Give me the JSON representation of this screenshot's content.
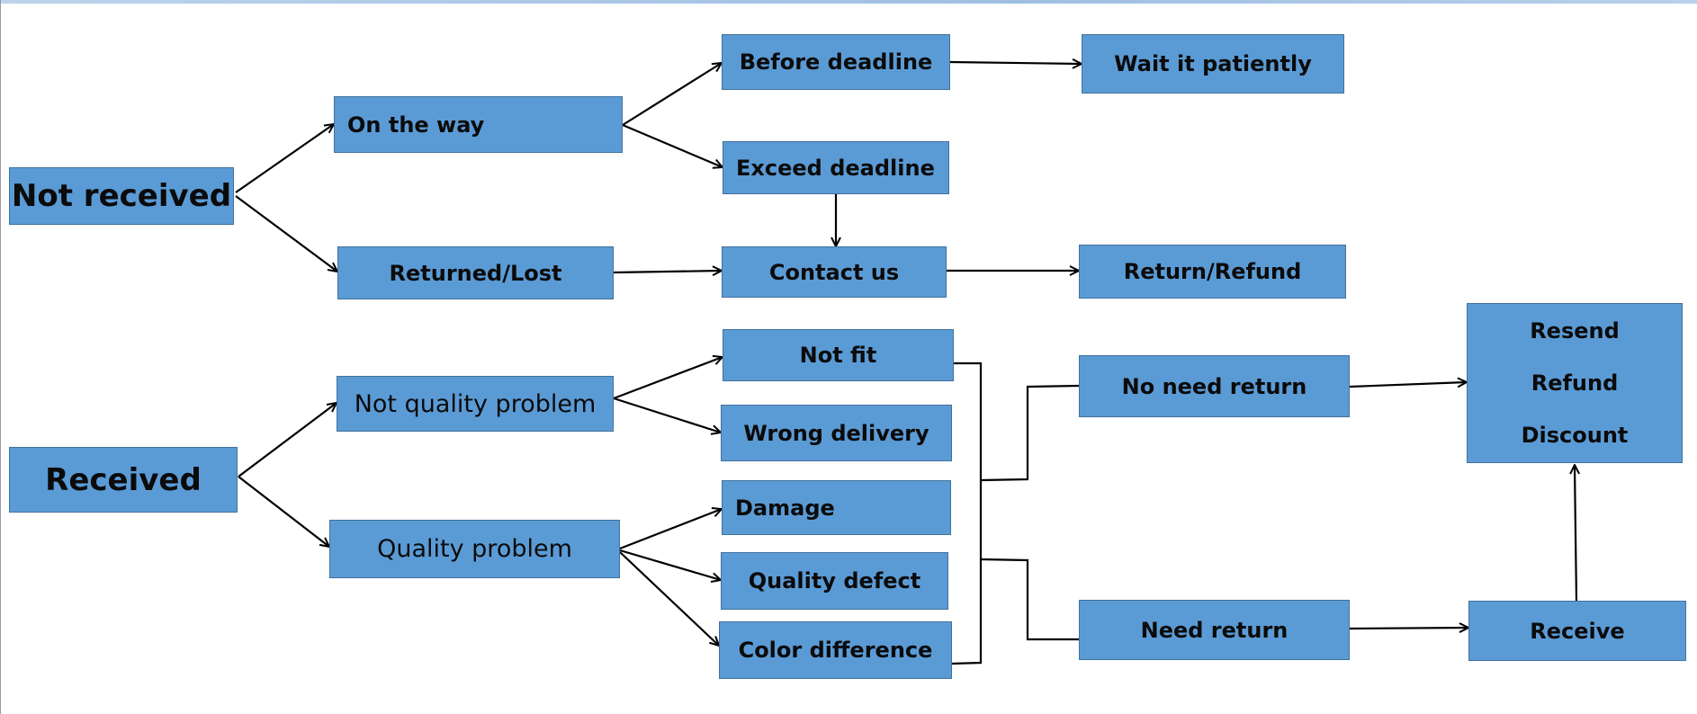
{
  "nodes": {
    "not_received": "Not received",
    "received": "Received",
    "on_the_way": "On the way",
    "returned_lost": "Returned/Lost",
    "before_deadline": "Before deadline",
    "exceed_deadline": "Exceed deadline",
    "contact_us": "Contact us",
    "wait_patiently": "Wait it patiently",
    "return_refund": "Return/Refund",
    "not_quality_problem": "Not quality problem",
    "quality_problem": "Quality problem",
    "not_fit": "Not fit",
    "wrong_delivery": "Wrong delivery",
    "damage": "Damage",
    "quality_defect": "Quality defect",
    "color_difference": "Color difference",
    "no_need_return": "No need return",
    "need_return": "Need return",
    "receive": "Receive",
    "remedy": [
      "Resend",
      "Refund",
      "Discount"
    ]
  },
  "colors": {
    "box_fill": "#5b9bd5",
    "box_border": "#41719c",
    "text": "#0b0b0b",
    "connector": "#000000"
  }
}
